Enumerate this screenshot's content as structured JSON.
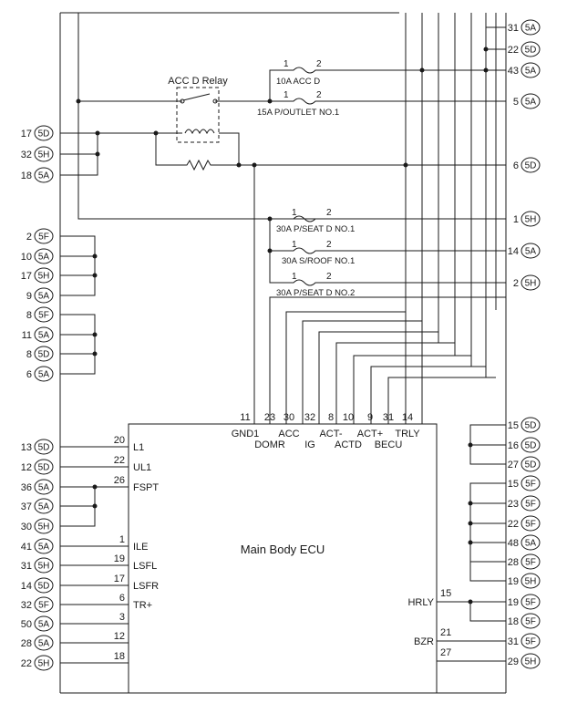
{
  "relay": {
    "name": "ACC D Relay"
  },
  "ecu": {
    "name": "Main Body ECU"
  },
  "fuses": [
    {
      "id": "fuse-acc-d",
      "pin_a": "1",
      "pin_b": "2",
      "name": "10A ACC D"
    },
    {
      "id": "fuse-p-outlet",
      "pin_a": "1",
      "pin_b": "2",
      "name": "15A P/OUTLET NO.1"
    },
    {
      "id": "fuse-p-seat-d-1",
      "pin_a": "1",
      "pin_b": "2",
      "name": "30A P/SEAT D NO.1"
    },
    {
      "id": "fuse-s-roof",
      "pin_a": "1",
      "pin_b": "2",
      "name": "30A S/ROOF NO.1"
    },
    {
      "id": "fuse-p-seat-d-2",
      "pin_a": "1",
      "pin_b": "2",
      "name": "30A P/SEAT D NO.2"
    }
  ],
  "left_connectors_top": [
    {
      "pin": "17",
      "conn": "5D"
    },
    {
      "pin": "32",
      "conn": "5H"
    },
    {
      "pin": "18",
      "conn": "5A"
    },
    {
      "pin": "2",
      "conn": "5F"
    },
    {
      "pin": "10",
      "conn": "5A"
    },
    {
      "pin": "17",
      "conn": "5H"
    },
    {
      "pin": "9",
      "conn": "5A"
    },
    {
      "pin": "8",
      "conn": "5F"
    },
    {
      "pin": "11",
      "conn": "5A"
    },
    {
      "pin": "8",
      "conn": "5D"
    },
    {
      "pin": "6",
      "conn": "5A"
    }
  ],
  "right_connectors_top": [
    {
      "pin": "31",
      "conn": "5A"
    },
    {
      "pin": "22",
      "conn": "5D"
    },
    {
      "pin": "43",
      "conn": "5A"
    },
    {
      "pin": "5",
      "conn": "5A"
    },
    {
      "pin": "6",
      "conn": "5D"
    },
    {
      "pin": "1",
      "conn": "5H"
    },
    {
      "pin": "14",
      "conn": "5A"
    },
    {
      "pin": "2",
      "conn": "5H"
    }
  ],
  "ecu_top_pins": [
    {
      "pin": "11",
      "label": "GND1"
    },
    {
      "pin": "23",
      "label": "DOMR"
    },
    {
      "pin": "30",
      "label": "ACC"
    },
    {
      "pin": "32",
      "label": "IG"
    },
    {
      "pin": "8",
      "label": "ACT-"
    },
    {
      "pin": "10",
      "label": "ACTD"
    },
    {
      "pin": "9",
      "label": "ACT+"
    },
    {
      "pin": "31",
      "label": "BECU"
    },
    {
      "pin": "14",
      "label": "TRLY"
    }
  ],
  "ecu_left_pins": [
    {
      "pin": "20",
      "label": "L1",
      "conn_pin": "13",
      "conn": "5D"
    },
    {
      "pin": "22",
      "label": "UL1",
      "conn_pin": "12",
      "conn": "5D"
    },
    {
      "pin": "26",
      "label": "FSPT",
      "conn_pin": "36",
      "conn": "5A"
    },
    {
      "pin": "",
      "label": "",
      "conn_pin": "37",
      "conn": "5A"
    },
    {
      "pin": "",
      "label": "",
      "conn_pin": "30",
      "conn": "5H"
    },
    {
      "pin": "1",
      "label": "ILE",
      "conn_pin": "41",
      "conn": "5A"
    },
    {
      "pin": "19",
      "label": "LSFL",
      "conn_pin": "31",
      "conn": "5H"
    },
    {
      "pin": "17",
      "label": "LSFR",
      "conn_pin": "14",
      "conn": "5D"
    },
    {
      "pin": "6",
      "label": "TR+",
      "conn_pin": "32",
      "conn": "5F"
    },
    {
      "pin": "3",
      "label": "",
      "conn_pin": "50",
      "conn": "5A"
    },
    {
      "pin": "12",
      "label": "",
      "conn_pin": "28",
      "conn": "5A"
    },
    {
      "pin": "18",
      "label": "",
      "conn_pin": "22",
      "conn": "5H"
    }
  ],
  "ecu_right_pins": [
    {
      "pin": "15",
      "label": "HRLY"
    },
    {
      "pin": "21",
      "label": "BZR"
    },
    {
      "pin": "27",
      "label": ""
    }
  ],
  "right_connectors_bottom": [
    {
      "pin": "15",
      "conn": "5D"
    },
    {
      "pin": "16",
      "conn": "5D"
    },
    {
      "pin": "27",
      "conn": "5D"
    },
    {
      "pin": "15",
      "conn": "5F"
    },
    {
      "pin": "23",
      "conn": "5F"
    },
    {
      "pin": "22",
      "conn": "5F"
    },
    {
      "pin": "48",
      "conn": "5A"
    },
    {
      "pin": "28",
      "conn": "5F"
    },
    {
      "pin": "19",
      "conn": "5H"
    },
    {
      "pin": "19",
      "conn": "5F"
    },
    {
      "pin": "18",
      "conn": "5F"
    },
    {
      "pin": "31",
      "conn": "5F"
    },
    {
      "pin": "29",
      "conn": "5H"
    }
  ]
}
